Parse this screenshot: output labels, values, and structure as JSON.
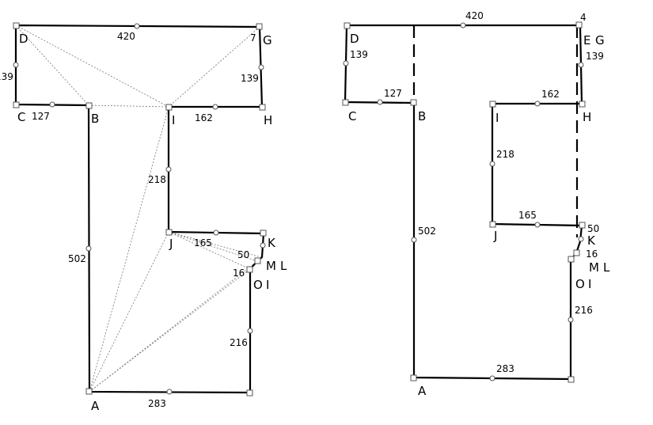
{
  "left_figure": {
    "points": {
      "A": "A",
      "B": "B",
      "C": "C",
      "D": "D",
      "G": "G",
      "H": "H",
      "I": "I",
      "J": "J",
      "K": "K",
      "L": "L",
      "M": "M",
      "O": "O",
      "I2": "I"
    },
    "dims": {
      "DG": "420",
      "CD": "139",
      "GH": "139",
      "CB": "127",
      "IH": "162",
      "IJ": "218",
      "JK": "165",
      "KL": "50",
      "MO": "16",
      "AB": "502",
      "OP": "216",
      "AP": "283",
      "small": "7"
    }
  },
  "right_figure": {
    "points": {
      "A": "A",
      "B": "B",
      "C": "C",
      "D": "D",
      "E": "E",
      "G": "G",
      "H": "H",
      "I": "I",
      "J": "J",
      "K": "K",
      "L": "L",
      "M": "M",
      "O": "O",
      "I2": "I"
    },
    "dims": {
      "DG": "420",
      "CD": "139",
      "GH": "139",
      "CB": "127",
      "IH": "162",
      "IJ": "218",
      "JK": "165",
      "KL": "50",
      "MO": "16",
      "AB": "502",
      "OP": "216",
      "AP": "283",
      "small": "4"
    }
  }
}
